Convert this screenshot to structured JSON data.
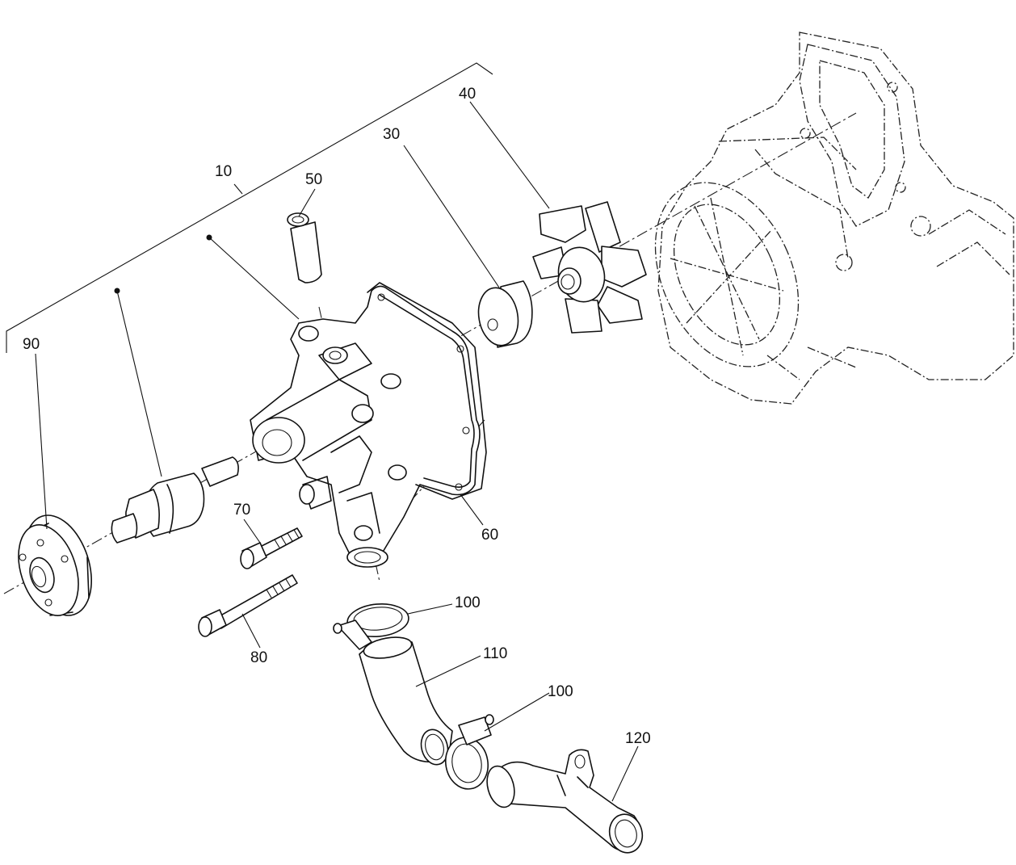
{
  "diagram": {
    "labels": {
      "part_10": "10",
      "part_30": "30",
      "part_40": "40",
      "part_50": "50",
      "part_60": "60",
      "part_70": "70",
      "part_80": "80",
      "part_90": "90",
      "part_100_upper": "100",
      "part_100_lower": "100",
      "part_110": "110",
      "part_120": "120"
    }
  }
}
